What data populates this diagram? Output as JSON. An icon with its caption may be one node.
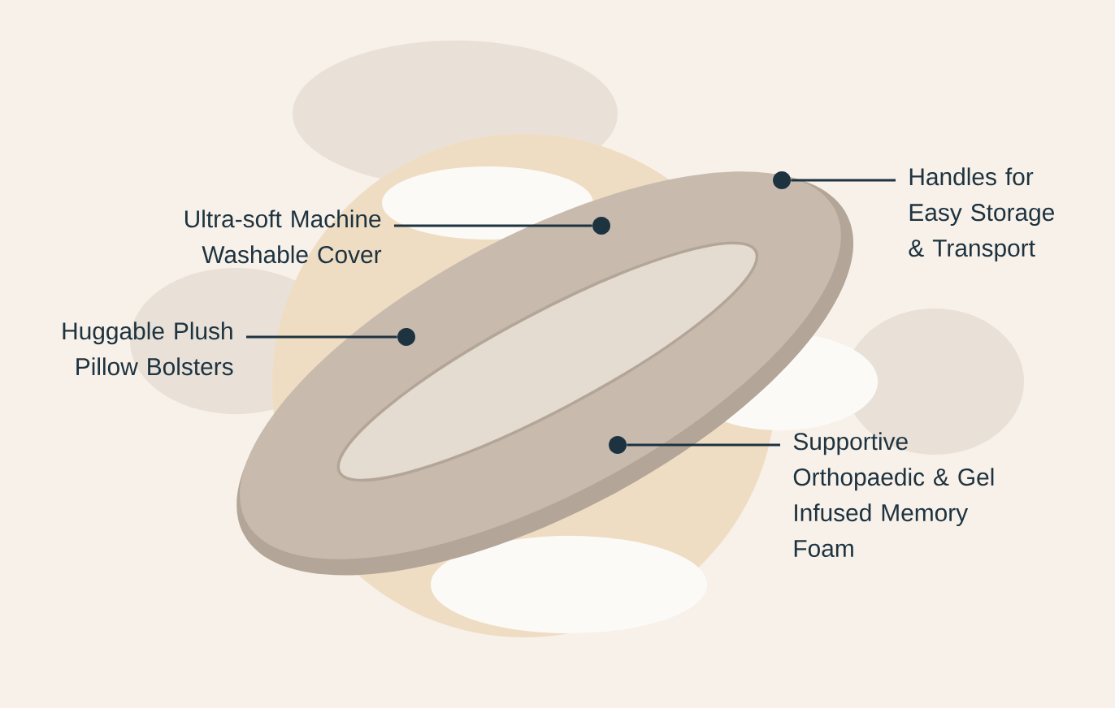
{
  "diagram": {
    "nodes": [
      {
        "text": [
          "Handles for Easy Storage & Transport"
        ]
      },
      {
        "text": [],
        "shape": "circle"
      },
      {
        "text": [
          "Ultra-soft Machine Washable Cover"
        ]
      },
      {
        "text": [],
        "shape": "circle"
      },
      {
        "text": [
          "Huggable Plush Pillow Bolsters"
        ]
      },
      {
        "text": [],
        "shape": "circle"
      },
      {
        "text": [
          "Supportive Orthopaedic & Gel Infused Memory Foam"
        ]
      },
      {
        "text": [],
        "shape": "circle"
      }
    ],
    "edges": [
      {
        "from": 0,
        "to": 1,
        "arrow": "none"
      },
      {
        "from": 2,
        "to": 3,
        "arrow": "none"
      },
      {
        "from": 4,
        "to": 5,
        "arrow": "none"
      },
      {
        "from": 6,
        "to": 7,
        "arrow": "none"
      }
    ]
  }
}
